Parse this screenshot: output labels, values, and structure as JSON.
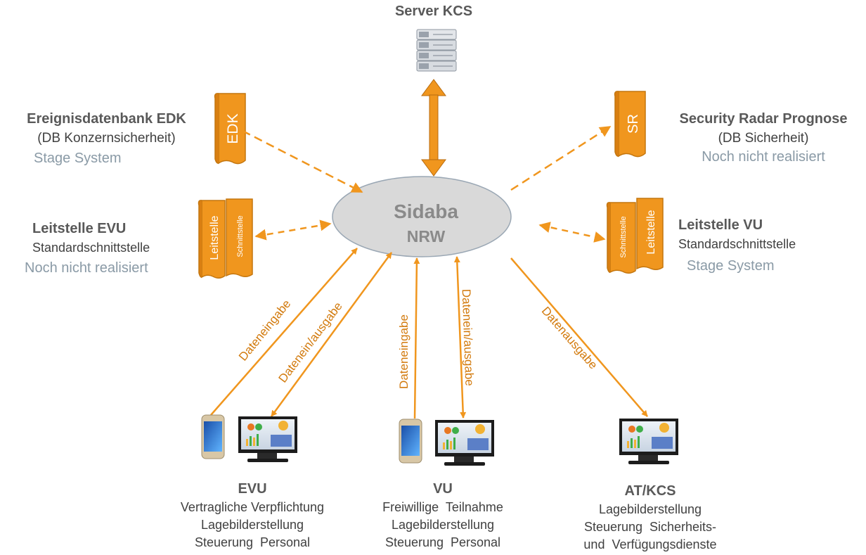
{
  "server": {
    "title": "Server KCS"
  },
  "hub": {
    "line1": "Sidaba",
    "line2": "NRW"
  },
  "edk": {
    "title": "Ereignisdatenbank EDK",
    "subtitle": "(DB Konzernsicherheit)",
    "status": "Stage System",
    "icon_text": "EDK"
  },
  "sr": {
    "title": "Security Radar Prognose",
    "subtitle": "(DB Sicherheit)",
    "status": "Noch nicht realisiert",
    "icon_text": "SR"
  },
  "leitstelle_evu": {
    "title": "Leitstelle EVU",
    "subtitle": "Standardschnittstelle",
    "status": "Noch nicht realisiert",
    "icon_text_a": "Leitstelle",
    "icon_text_b": "Schnittstelle"
  },
  "leitstelle_vu": {
    "title": "Leitstelle VU",
    "subtitle": "Standardschnittstelle",
    "status": "Stage System",
    "icon_text_a": "Schnittstelle",
    "icon_text_b": "Leitstelle"
  },
  "edges": {
    "evu_input": "Dateneingabe",
    "evu_io": "Datenein/ausgabe",
    "vu_input": "Dateneingabe",
    "vu_io": "Datenein/ausgabe",
    "atkcs_output": "Datenausgabe"
  },
  "evu": {
    "title": "EVU",
    "line1": "Vertragliche Verpflichtung",
    "line2": "Lagebilderstellung",
    "line3": "Steuerung  Personal"
  },
  "vu": {
    "title": "VU",
    "line1": "Freiwillige  Teilnahme",
    "line2": "Lagebilderstellung",
    "line3": "Steuerung  Personal"
  },
  "atkcs": {
    "title": "AT/KCS",
    "line1": "Lagebilderstellung",
    "line2": "Steuerung  Sicherheits-",
    "line3": "und  Verfügungsdienste"
  },
  "colors": {
    "accent": "#f0961e",
    "ellipse": "#d9d9d9",
    "gray_text": "#8a9aa6",
    "dark_text": "#404040"
  }
}
